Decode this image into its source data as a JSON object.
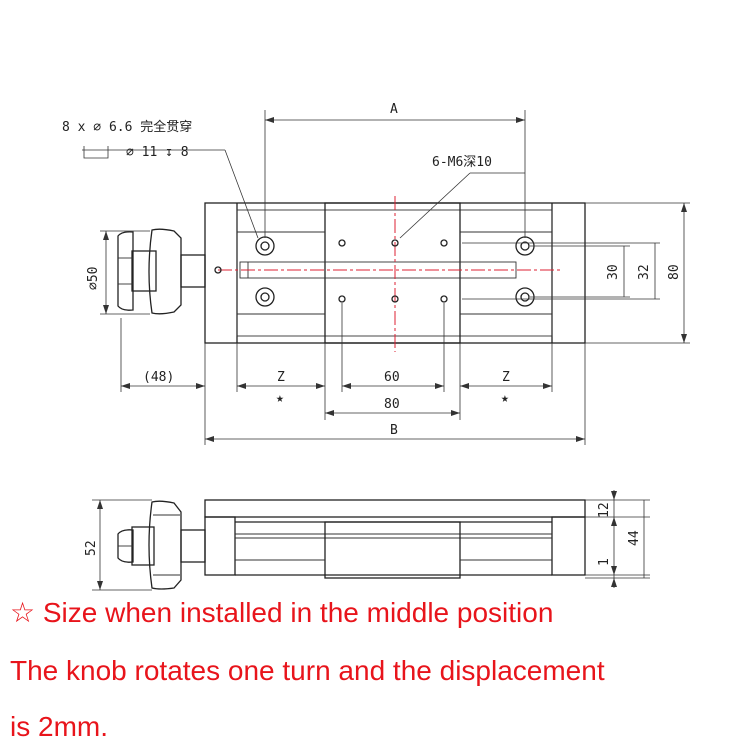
{
  "labels": {
    "hole_spec_line1": "8 x ∅ 6.6 完全贯穿",
    "hole_spec_line2": "∅ 11 ↧ 8",
    "dim_A": "A",
    "thread_spec": "6-M6深10",
    "dim_phi50": "∅50",
    "dim_48": "(48)",
    "dim_Z_left": "Z",
    "dim_60": "60",
    "dim_Z_right": "Z",
    "dim_80_bottom": "80",
    "dim_B": "B",
    "dim_30": "30",
    "dim_32": "32",
    "dim_80_right": "80",
    "dim_52": "52",
    "dim_12": "12",
    "dim_44": "44",
    "dim_1": "1",
    "star_symbol": "★"
  },
  "notes": {
    "line1": "☆ Size when installed in the middle position",
    "line2": "The knob rotates one turn and the displacement",
    "line3": "is 2mm."
  },
  "colors": {
    "line": "#222222",
    "accent_red": "#e8141b",
    "center_line_red": "#d22233"
  }
}
